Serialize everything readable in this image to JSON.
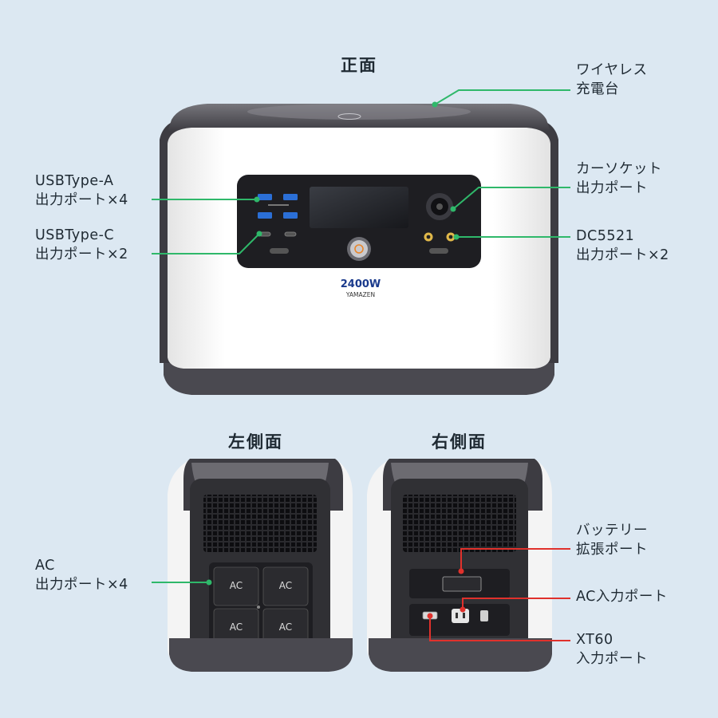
{
  "colors": {
    "background": "#dce8f2",
    "callout_green": "#2fb86a",
    "callout_red": "#e0312c",
    "body_white": "#f6f6f6",
    "frame_dark": "#3b3a40",
    "panel_black": "#1d1d20",
    "brand_blue": "#1a3a8c"
  },
  "front": {
    "title": "正面",
    "model": "2400W",
    "brand": "YAMAZEN",
    "callouts": {
      "wireless": "ワイヤレス\n充電台",
      "usb_a": "USBType-A\n出力ポート×4",
      "usb_c": "USBType-C\n出力ポート×2",
      "car_socket": "カーソケット\n出力ポート",
      "dc5521": "DC5521\n出力ポート×2"
    }
  },
  "left_side": {
    "title": "左側面",
    "ac_outlets": [
      "AC",
      "AC",
      "AC",
      "AC"
    ],
    "callouts": {
      "ac_output": "AC\n出力ポート×4"
    }
  },
  "right_side": {
    "title": "右側面",
    "callouts": {
      "battery_expansion": "バッテリー\n拡張ポート",
      "ac_input": "AC入力ポート",
      "xt60": "XT60\n入力ポート"
    }
  }
}
